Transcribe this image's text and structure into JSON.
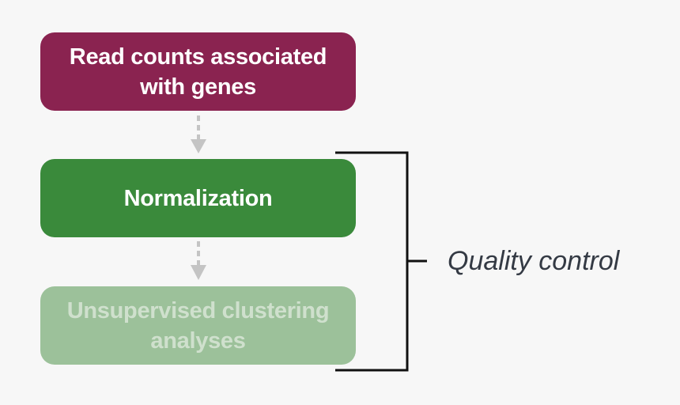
{
  "diagram": {
    "steps": [
      {
        "label": "Read counts associated with genes",
        "color": "#8a2350"
      },
      {
        "label": "Normalization",
        "color": "#3a8a3b"
      },
      {
        "label": "Unsupervised clustering analyses",
        "color": "#9cc19a"
      }
    ],
    "bracket_label": "Quality control",
    "arrow_color": "#c4c4c4",
    "bracket_color": "#111111"
  }
}
